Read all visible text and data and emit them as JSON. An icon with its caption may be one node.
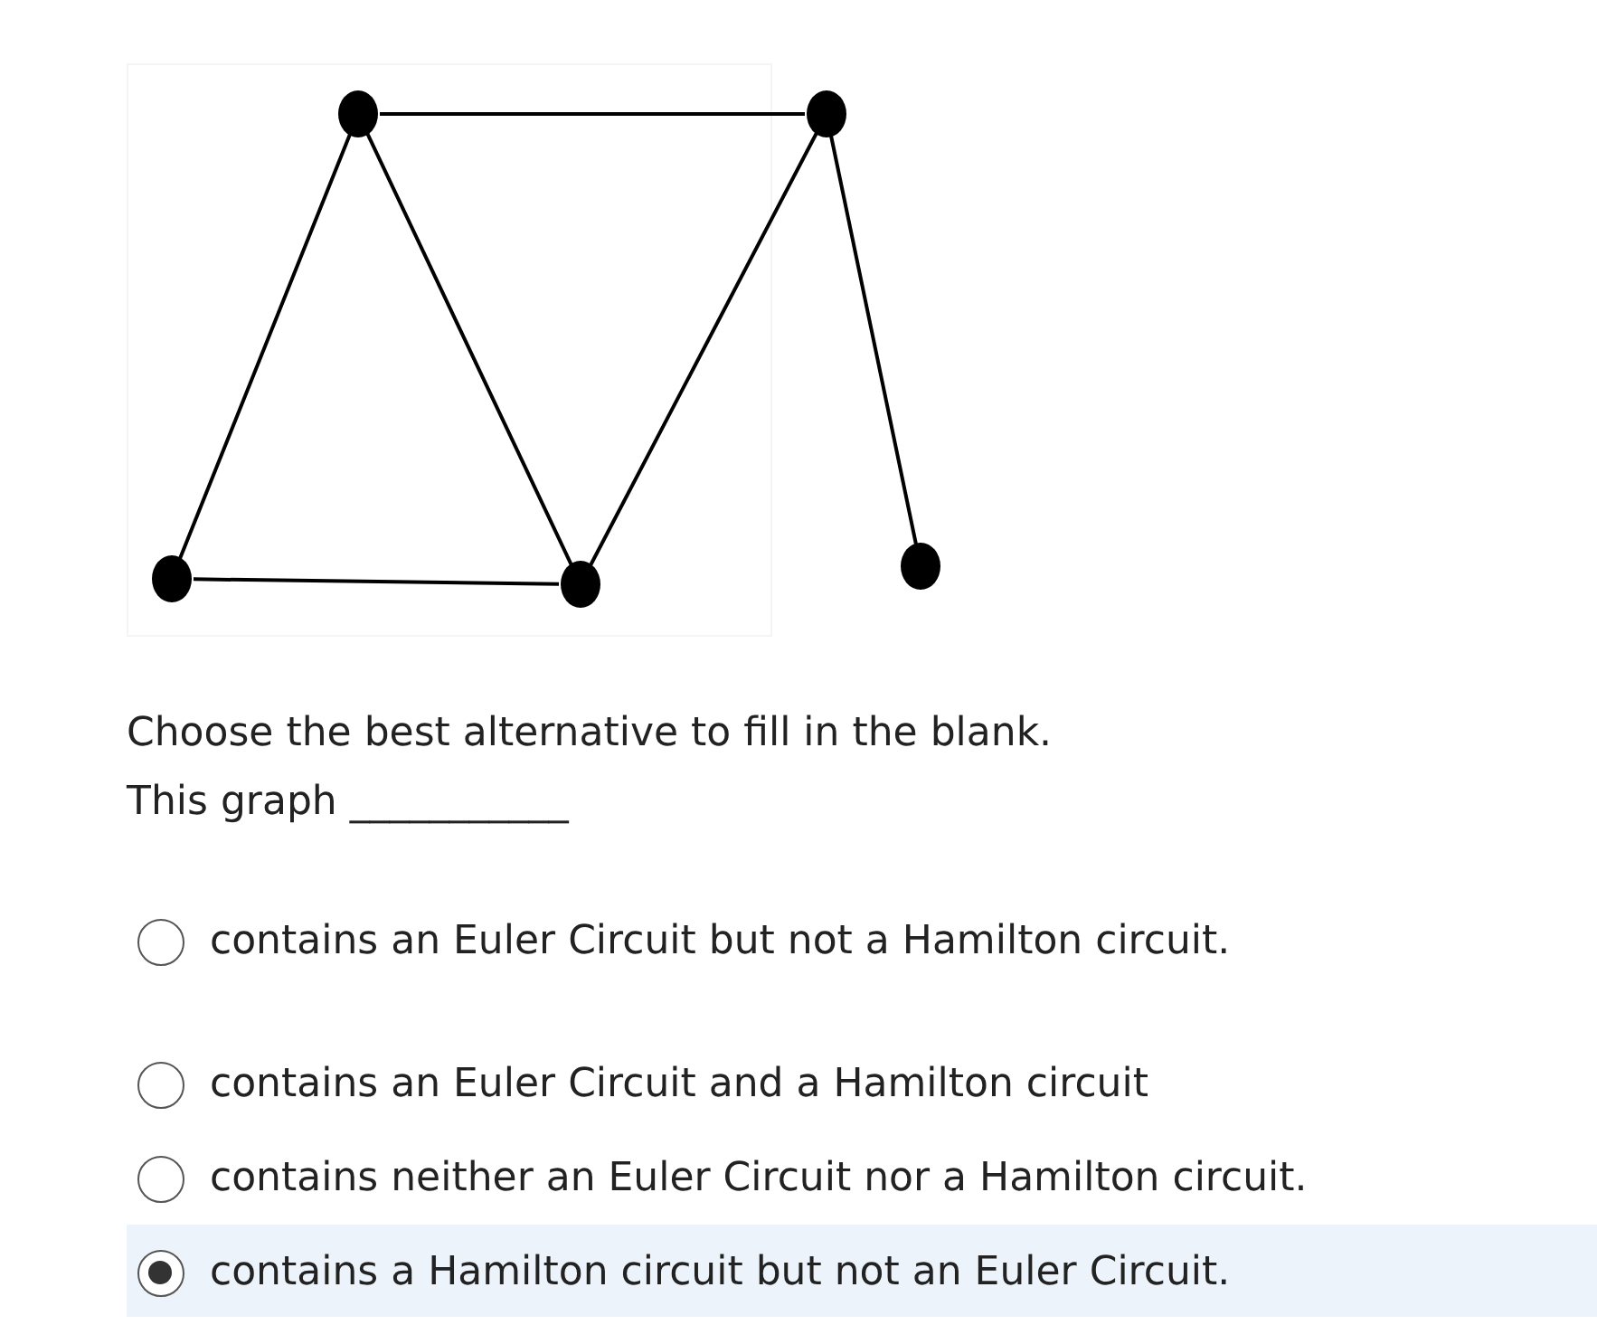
{
  "diagram": {
    "nodes": [
      {
        "text": [],
        "shape": "circle"
      },
      {
        "text": [],
        "shape": "circle"
      },
      {
        "text": [],
        "shape": "circle"
      },
      {
        "text": [],
        "shape": "circle"
      },
      {
        "text": [],
        "shape": "circle"
      }
    ],
    "edges": [
      {
        "from": 0,
        "to": 1,
        "arrow": "none"
      },
      {
        "from": 0,
        "to": 2,
        "arrow": "none"
      },
      {
        "from": 0,
        "to": 3,
        "arrow": "none"
      },
      {
        "from": 1,
        "to": 3,
        "arrow": "none"
      },
      {
        "from": 1,
        "to": 4,
        "arrow": "none"
      },
      {
        "from": 2,
        "to": 3,
        "arrow": "none"
      }
    ],
    "labels": [
      "Choose the best alternative to fill in the blank.",
      "This graph ___________",
      "contains an Euler Circuit but not a Hamilton circuit.",
      "contains an Euler Circuit and a Hamilton circuit",
      "contains neither an Euler Circuit nor a Hamilton circuit.",
      "contains a Hamilton circuit but not an Euler Circuit."
    ]
  }
}
